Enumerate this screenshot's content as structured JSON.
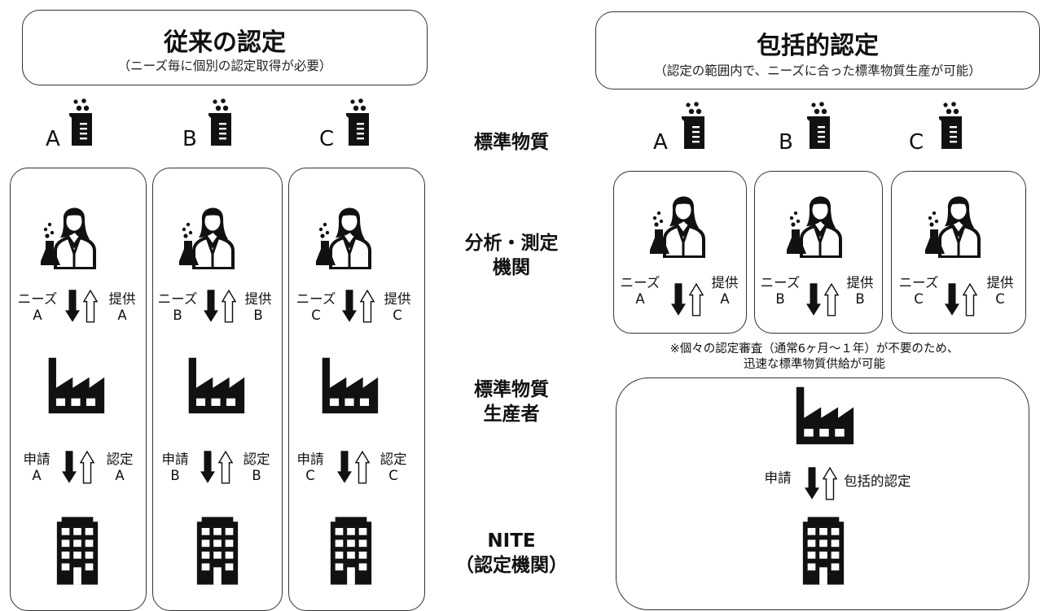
{
  "left_header": {
    "title": "従来の認定",
    "subtitle": "（ニーズ毎に個別の認定取得が必要）"
  },
  "right_header": {
    "title": "包括的認定",
    "subtitle": "（認定の範囲内で、ニーズに合った標準物質生産が可能）"
  },
  "row_labels": {
    "standard_material": "標準物質",
    "analysis_line1": "分析・測定",
    "analysis_line2": "機関",
    "producer_line1": "標準物質",
    "producer_line2": "生産者",
    "nite_line1": "NITE",
    "nite_line2": "（認定機関）"
  },
  "left_columns": [
    {
      "letter": "A",
      "needs": "ニーズ",
      "provide": "提供",
      "apply": "申請",
      "certify": "認定"
    },
    {
      "letter": "B",
      "needs": "ニーズ",
      "provide": "提供",
      "apply": "申請",
      "certify": "認定"
    },
    {
      "letter": "C",
      "needs": "ニーズ",
      "provide": "提供",
      "apply": "申請",
      "certify": "認定"
    }
  ],
  "right_columns": [
    {
      "letter": "A",
      "needs": "ニーズ",
      "provide": "提供"
    },
    {
      "letter": "B",
      "needs": "ニーズ",
      "provide": "提供"
    },
    {
      "letter": "C",
      "needs": "ニーズ",
      "provide": "提供"
    }
  ],
  "right_note": {
    "line1": "※個々の認定審査（通常6ヶ月～１年）が不要のため、",
    "line2": "迅速な標準物質供給が可能"
  },
  "right_bottom": {
    "apply": "申請",
    "certify": "包括的認定"
  },
  "icons": {
    "beaker": "beaker-icon",
    "scientist": "scientist-icon",
    "factory": "factory-icon",
    "building": "building-icon",
    "down_arrow": "filled-down-arrow-icon",
    "up_arrow": "outline-up-arrow-icon"
  }
}
